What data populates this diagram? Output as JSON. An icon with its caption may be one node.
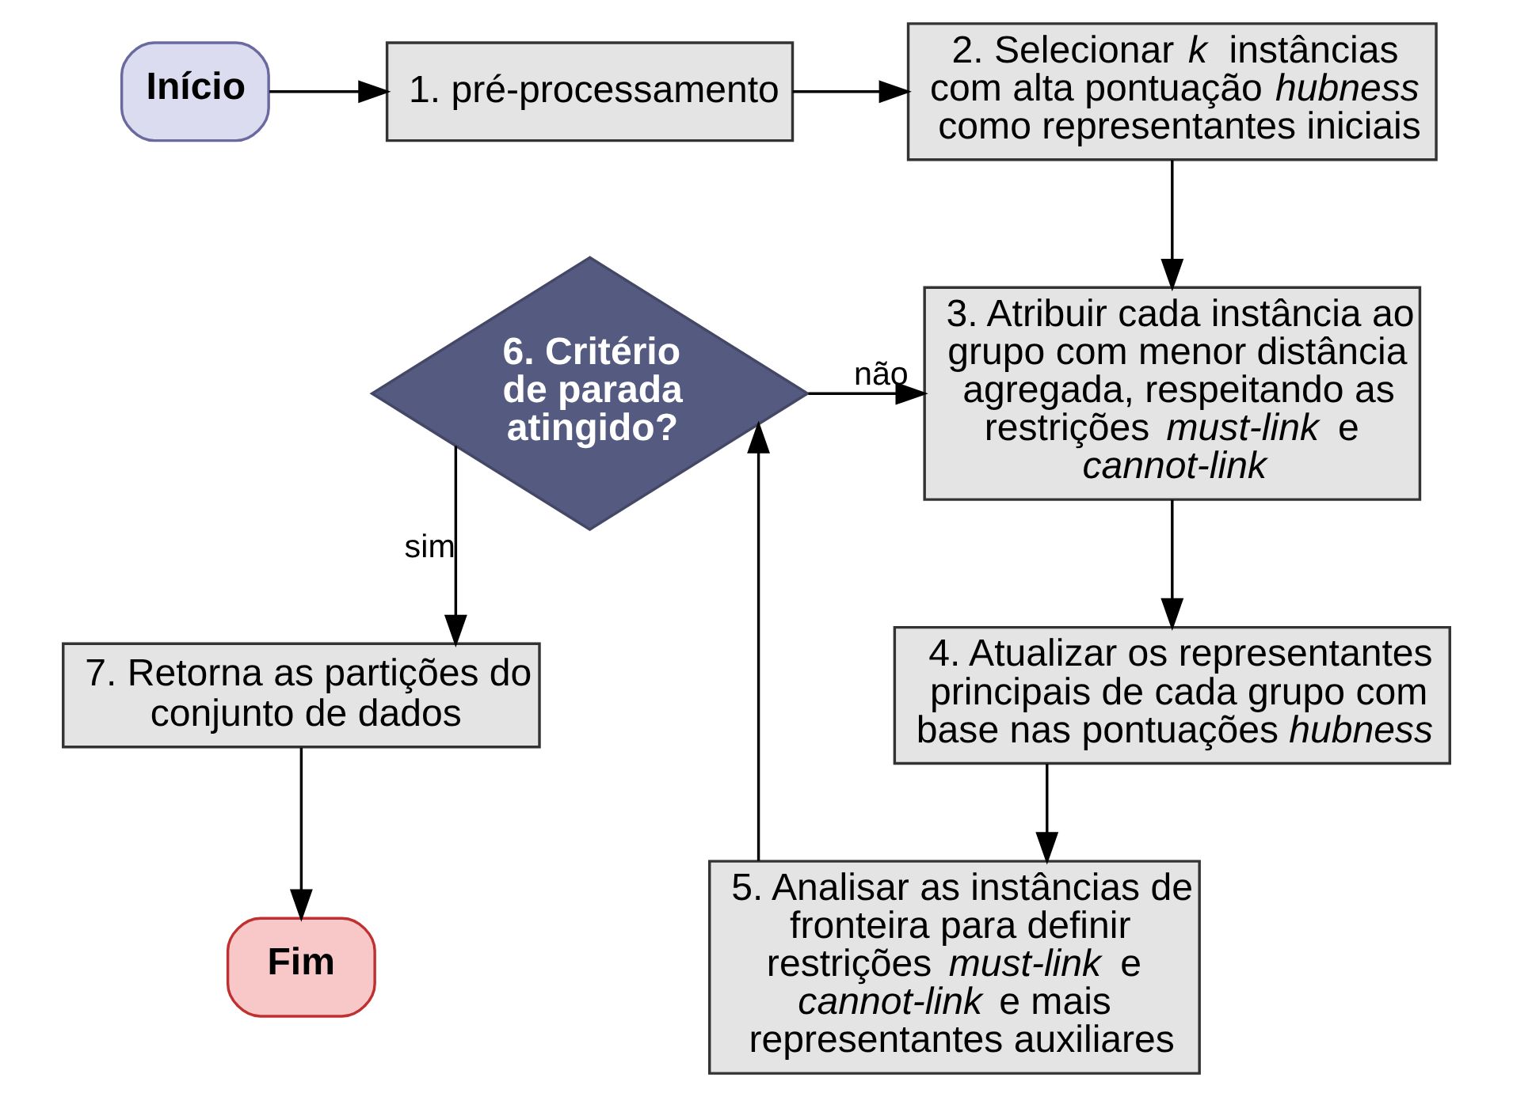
{
  "diagram": {
    "nodes": [
      {
        "text": [
          "Início"
        ]
      },
      {
        "text": [
          "1. pré-processamento"
        ]
      },
      {
        "text": [
          "2. Selecionar *k* instâncias com alta pontuação *hubness* como representantes iniciais"
        ]
      },
      {
        "text": [
          "3. Atribuir cada instância ao grupo com menor distância agregada, respeitando as restrições *must-link* e *cannot-link*"
        ]
      },
      {
        "text": [
          "4. Atualizar os representantes principais de cada grupo com base nas pontuações *hubness*"
        ]
      },
      {
        "text": [
          "5. Analisar as instâncias de fronteira para definir restrições *must-link* e *cannot-link* e mais representantes auxiliares"
        ]
      },
      {
        "text": [
          "6. Critério de parada atingido?"
        ]
      },
      {
        "text": [
          "7. Retorna as partições do conjunto de dados"
        ]
      },
      {
        "text": [
          "Fim"
        ]
      }
    ],
    "edges": [
      {
        "from": 0,
        "to": 1,
        "arrow": "to"
      },
      {
        "from": 1,
        "to": 2,
        "arrow": "to"
      },
      {
        "from": 2,
        "to": 3,
        "arrow": "to"
      },
      {
        "from": 3,
        "to": 4,
        "arrow": "to"
      },
      {
        "from": 4,
        "to": 5,
        "arrow": "to"
      },
      {
        "from": 5,
        "to": 6,
        "arrow": "to"
      },
      {
        "from": 6,
        "to": 3,
        "arrow": "to",
        "label": "não"
      },
      {
        "from": 6,
        "to": 7,
        "arrow": "to",
        "label": "sim"
      },
      {
        "from": 7,
        "to": 8,
        "arrow": "to"
      }
    ]
  }
}
